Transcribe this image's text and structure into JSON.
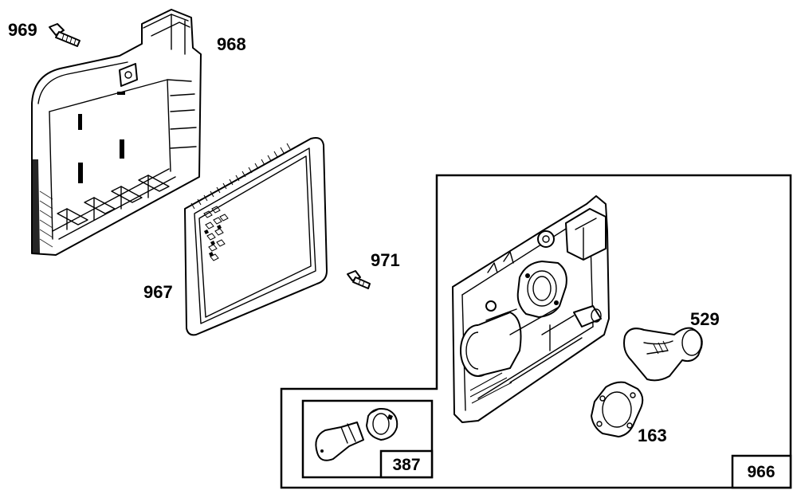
{
  "callouts": {
    "screw_top": "969",
    "cover": "968",
    "filter": "967",
    "screw_small": "971",
    "elbow": "529",
    "gasket": "163"
  },
  "kits": {
    "main_kit": "966",
    "sub_kit": "387"
  }
}
